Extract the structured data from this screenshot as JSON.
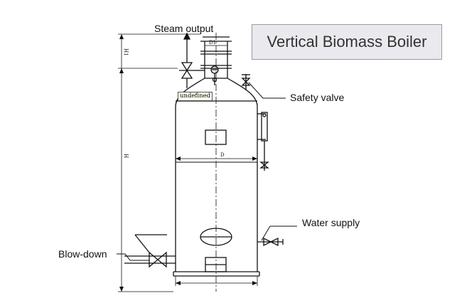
{
  "title": "Vertical Biomass Boiler",
  "labels": {
    "steam_output": "Steam output",
    "safety_valve": "Safety valve",
    "water_supply": "Water supply",
    "blow_down": "Blow-down"
  },
  "tag": "undefined",
  "dimensions": {
    "d1": "D1",
    "d": "D",
    "h": "H",
    "h1": "H1"
  }
}
